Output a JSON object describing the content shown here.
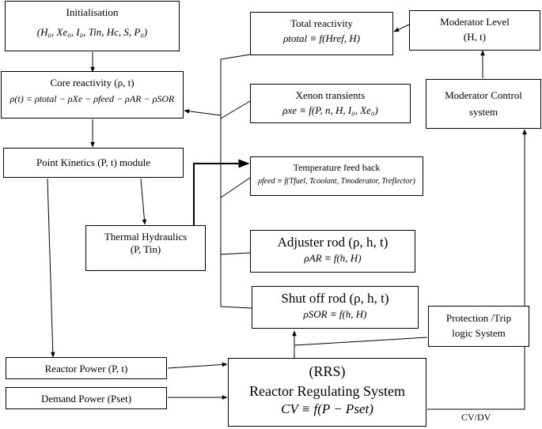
{
  "boxes": {
    "init": {
      "title": "Initialisation",
      "formula": "(H₀, Xe₀, I₀, Tin, Hc, S, P₀)"
    },
    "core": {
      "title": "Core reactivity (ρ, t)",
      "formula": "ρ(t) = ρtotal − ρXe − ρfeed − ρAR − ρSOR"
    },
    "pk": {
      "title": "Point Kinetics (P, t) module"
    },
    "th": {
      "title": "Thermal Hydraulics",
      "subtitle": "(P, Tin)"
    },
    "rp": {
      "title": "Reactor Power (P, t)"
    },
    "dp": {
      "title": "Demand Power (Pset)"
    },
    "total": {
      "title": "Total reactivity",
      "formula": "ρtotal ≡ f(Href, H)"
    },
    "xenon": {
      "title": "Xenon transients",
      "formula": "ρxe ≡ f(P, n, H, I₀, Xe₀)"
    },
    "temp": {
      "title": "Temperature feed back",
      "formula": "ρfeed ≡ f(Tfuel, Tcoolant, Tmoderator, Treflector)"
    },
    "adj": {
      "title": "Adjuster rod (ρ, h, t)",
      "formula": "ρAR ≡ f(h, H)"
    },
    "sor": {
      "title": "Shut off rod (ρ, h, t)",
      "formula": "ρSOR ≡ f(h, H)"
    },
    "rrs": {
      "abbr": "(RRS)",
      "title": "Reactor Regulating System",
      "formula": "CV ≡ f(P − Pset)"
    },
    "trip": {
      "title": "Protection /Trip",
      "subtitle": "logic System"
    },
    "modctl": {
      "title": "Moderator Control",
      "subtitle": "system"
    },
    "modlvl": {
      "title": "Moderator Level",
      "subtitle": "(H, t)"
    }
  },
  "labels": {
    "cvdv": "CV/DV"
  },
  "colors": {
    "line": "#000000",
    "background": "#ffffff"
  }
}
